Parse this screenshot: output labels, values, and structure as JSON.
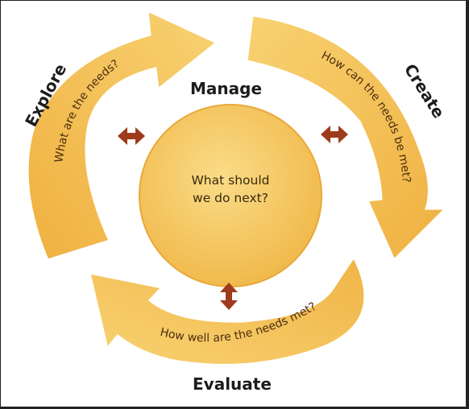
{
  "colors": {
    "fill_light": "#f9d77a",
    "fill_mid": "#f3bd4c",
    "fill_dark": "#e4a12c",
    "outline": "#ffffff",
    "connector": "#9e3b1c",
    "label_text": "#1c1c1c"
  },
  "stages": {
    "explore": "Explore",
    "manage": "Manage",
    "create": "Create",
    "evaluate": "Evaluate"
  },
  "questions": {
    "explore": "What are the needs?",
    "create": "How can the needs be met?",
    "evaluate": "How well are the needs met?"
  },
  "center": {
    "line1": "What should",
    "line2": "we do next?"
  },
  "connectors": [
    {
      "name": "left-double-arrow-icon"
    },
    {
      "name": "right-double-arrow-icon"
    },
    {
      "name": "bottom-double-arrow-icon"
    }
  ]
}
